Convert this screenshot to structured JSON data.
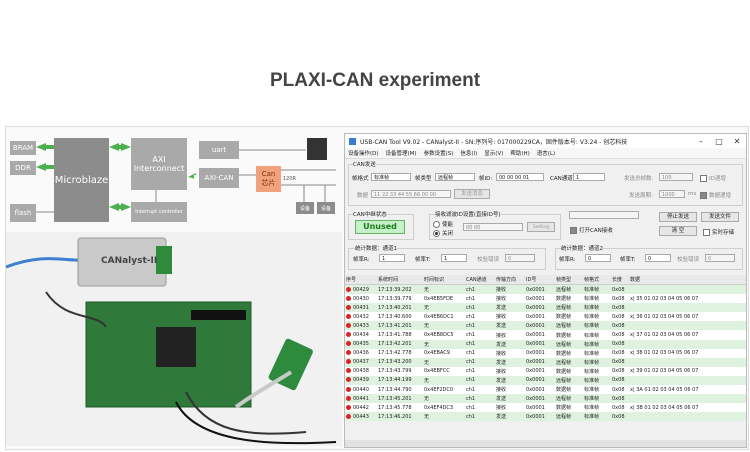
{
  "page": {
    "title": "PLAXI-CAN experiment"
  },
  "diagram": {
    "blocks": {
      "bram": "BRAM",
      "ddr": "DDR",
      "flash": "flash",
      "microblaze": "Microblaze",
      "axi_interconnect": "AXI\nInterconnect",
      "uart": "uart",
      "axi_can": "AXI-CAN",
      "interrupt": "Interrupt controller",
      "can_chip": "Can\n芯片",
      "resistor": "120R",
      "dev1": "设备",
      "dev2": "设备"
    },
    "colors": {
      "block": "#a9a9a9",
      "arrow": "#4caf50",
      "can_chip": "#f2a27a"
    }
  },
  "photo": {
    "device_label": "CANalyst-II"
  },
  "app": {
    "window_title": "USB-CAN Tool V9.02 - CANalyst-II - SN:序列号: 017000229CA，固件版本号: V3.24 - 创芯科技",
    "menu": [
      "设备操作(D)",
      "设备管理(M)",
      "参数设置(S)",
      "信息(I)",
      "显示(V)",
      "帮助(H)",
      "语言(L)"
    ],
    "send_group_title": "CAN发送",
    "send": {
      "frame_format_label": "帧格式",
      "frame_format_value": "标准帧",
      "frame_type_label": "帧类型",
      "frame_type_value": "远程帧",
      "frame_id_label": "帧ID:",
      "frame_id_value": "00 00 00 01",
      "channel_label": "CAN通道",
      "channel_value": "1",
      "total_send_label": "发送总帧数:",
      "total_send_value": "100",
      "id_increment_label": "ID递增",
      "data_label": "数据",
      "data_value": "11 22 33 44 55 66 00 00",
      "send_message_button": "发送消息",
      "send_period_label": "发送周期:",
      "send_period_value": "1000",
      "send_period_unit": "ms",
      "data_increment_label": "数据递增"
    },
    "status_group_title": "CAN中继状态",
    "status_badge": "Unused",
    "filter": {
      "title": "接收滤波ID设置(直接ID号)",
      "enable_label": "使能",
      "disable_label": "关闭",
      "id_value": "00 00",
      "setting_button": "Setting",
      "open_receive_label": "打开CAN接收"
    },
    "buttons": {
      "stop_send": "停止发送",
      "send_file": "发送文件",
      "clear": "清 空",
      "realtime_save": "实时存储"
    },
    "stats1": {
      "title": "统计数据：通道1",
      "rx_label": "帧率R:",
      "rx_value": "1",
      "tx_label": "帧率T:",
      "tx_value": "1",
      "err_label": "校验错误",
      "err_value": "0"
    },
    "stats2": {
      "title": "统计数据：通道2",
      "rx_label": "帧率R:",
      "rx_value": "0",
      "tx_label": "帧率T:",
      "tx_value": "0",
      "err_label": "校验错误",
      "err_value": "0"
    },
    "table": {
      "headers": [
        "序号",
        "系统时间",
        "时间标识",
        "CAN通道",
        "传输方向",
        "ID号",
        "帧类型",
        "帧格式",
        "长度",
        "数据"
      ],
      "rows": [
        [
          "00429",
          "17:13:39.202",
          "无",
          "ch1",
          "接收",
          "0x0001",
          "远程帧",
          "标准帧",
          "0x08",
          ""
        ],
        [
          "00430",
          "17:13:39.779",
          "0x4EB5FDE",
          "ch1",
          "接收",
          "0x0001",
          "数据帧",
          "标准帧",
          "0x08",
          "x| 35 01 02 03 04 05 06 07"
        ],
        [
          "00431",
          "17:13:40.201",
          "无",
          "ch1",
          "发送",
          "0x0001",
          "远程帧",
          "标准帧",
          "0x08",
          ""
        ],
        [
          "00432",
          "17:13:40.600",
          "0x4EB6DC1",
          "ch1",
          "接收",
          "0x0001",
          "数据帧",
          "标准帧",
          "0x08",
          "x| 36 01 02 03 04 05 06 07"
        ],
        [
          "00433",
          "17:13:41.201",
          "无",
          "ch1",
          "发送",
          "0x0001",
          "远程帧",
          "标准帧",
          "0x08",
          ""
        ],
        [
          "00434",
          "17:13:41.788",
          "0x4EB8DC5",
          "ch1",
          "接收",
          "0x0001",
          "数据帧",
          "标准帧",
          "0x08",
          "x| 37 01 02 03 04 05 06 07"
        ],
        [
          "00435",
          "17:13:42.201",
          "无",
          "ch1",
          "发送",
          "0x0001",
          "远程帧",
          "标准帧",
          "0x08",
          ""
        ],
        [
          "00436",
          "17:13:42.778",
          "0x4EBAC9",
          "ch1",
          "接收",
          "0x0001",
          "数据帧",
          "标准帧",
          "0x08",
          "x| 38 01 02 03 04 05 06 07"
        ],
        [
          "00437",
          "17:13:43.200",
          "无",
          "ch1",
          "发送",
          "0x0001",
          "远程帧",
          "标准帧",
          "0x08",
          ""
        ],
        [
          "00438",
          "17:13:43.799",
          "0x4EBFCC",
          "ch1",
          "接收",
          "0x0001",
          "数据帧",
          "标准帧",
          "0x08",
          "x| 39 01 02 03 04 05 06 07"
        ],
        [
          "00439",
          "17:13:44.199",
          "无",
          "ch1",
          "发送",
          "0x0001",
          "远程帧",
          "标准帧",
          "0x08",
          ""
        ],
        [
          "00440",
          "17:13:44.790",
          "0x4EF2DC0",
          "ch1",
          "接收",
          "0x0001",
          "数据帧",
          "标准帧",
          "0x08",
          "x| 3A 01 02 03 04 05 06 07"
        ],
        [
          "00441",
          "17:13:45.201",
          "无",
          "ch1",
          "发送",
          "0x0001",
          "远程帧",
          "标准帧",
          "0x08",
          ""
        ],
        [
          "00442",
          "17:13:45.778",
          "0x4EF4DC3",
          "ch1",
          "接收",
          "0x0001",
          "数据帧",
          "标准帧",
          "0x08",
          "x| 3B 01 02 03 04 05 06 07"
        ],
        [
          "00443",
          "17:13:46.201",
          "无",
          "ch1",
          "发送",
          "0x0001",
          "远程帧",
          "标准帧",
          "0x08",
          ""
        ]
      ]
    }
  }
}
